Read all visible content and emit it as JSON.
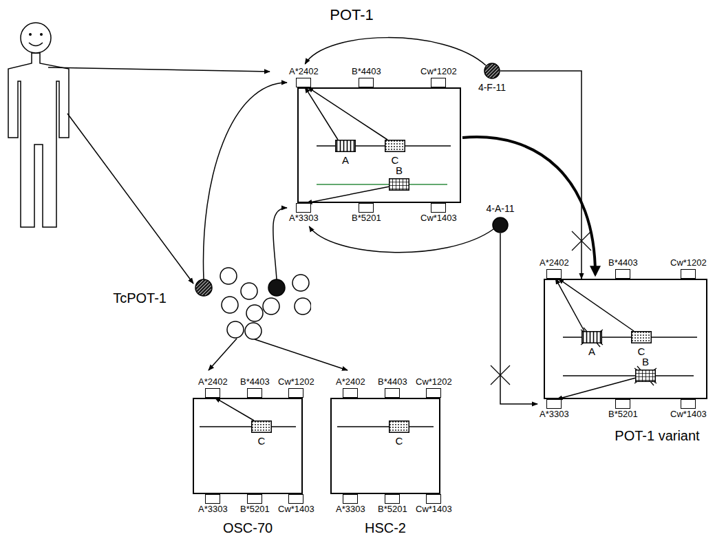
{
  "diagram": {
    "nodes": [
      {
        "text": [
          "POT-1"
        ]
      },
      {
        "text": [
          "A*2402"
        ],
        "in": 0
      },
      {
        "text": [
          "B*4403"
        ],
        "in": 0
      },
      {
        "text": [
          "Cw*1202"
        ],
        "in": 0
      },
      {
        "text": [
          "A"
        ],
        "in": 0
      },
      {
        "text": [
          "C"
        ],
        "in": 0
      },
      {
        "text": [
          "B"
        ],
        "in": 0
      },
      {
        "text": [
          "A*3303"
        ],
        "in": 0
      },
      {
        "text": [
          "B*5201"
        ],
        "in": 0
      },
      {
        "text": [
          "Cw*1403"
        ],
        "in": 0
      },
      {
        "text": [
          "4-F-11"
        ]
      },
      {
        "text": [
          "4-A-11"
        ]
      },
      {
        "text": [
          "TcPOT-1"
        ]
      },
      {
        "text": [
          "OSC-70"
        ]
      },
      {
        "text": [
          "A*2402"
        ],
        "in": 13
      },
      {
        "text": [
          "B*4403"
        ],
        "in": 13
      },
      {
        "text": [
          "Cw*1202"
        ],
        "in": 13
      },
      {
        "text": [
          "C"
        ],
        "in": 13
      },
      {
        "text": [
          "A*3303"
        ],
        "in": 13
      },
      {
        "text": [
          "B*5201"
        ],
        "in": 13
      },
      {
        "text": [
          "Cw*1403"
        ],
        "in": 13
      },
      {
        "text": [
          "HSC-2"
        ]
      },
      {
        "text": [
          "A*2402"
        ],
        "in": 21
      },
      {
        "text": [
          "B*4403"
        ],
        "in": 21
      },
      {
        "text": [
          "Cw*1202"
        ],
        "in": 21
      },
      {
        "text": [
          "C"
        ],
        "in": 21
      },
      {
        "text": [
          "A*3303"
        ],
        "in": 21
      },
      {
        "text": [
          "B*5201"
        ],
        "in": 21
      },
      {
        "text": [
          "Cw*1403"
        ],
        "in": 21
      },
      {
        "text": [
          "POT-1 variant"
        ]
      },
      {
        "text": [
          "A*2402"
        ],
        "in": 29
      },
      {
        "text": [
          "B*4403"
        ],
        "in": 29
      },
      {
        "text": [
          "Cw*1202"
        ],
        "in": 29
      },
      {
        "text": [
          "A"
        ],
        "in": 29
      },
      {
        "text": [
          "C"
        ],
        "in": 29
      },
      {
        "text": [
          "B"
        ],
        "in": 29
      },
      {
        "text": [
          "A*3303"
        ],
        "in": 29
      },
      {
        "text": [
          "B*5201"
        ],
        "in": 29
      },
      {
        "text": [
          "Cw*1403"
        ],
        "in": 29
      }
    ],
    "edges": [
      {
        "from": 4,
        "to": 1,
        "arrow": "to"
      },
      {
        "from": 5,
        "to": 1,
        "arrow": "to"
      },
      {
        "from": 6,
        "to": 7,
        "arrow": "to"
      },
      {
        "from": 10,
        "to": 1,
        "arrow": "to"
      },
      {
        "from": 11,
        "to": 7,
        "arrow": "to"
      },
      {
        "from": 12,
        "to": 1,
        "arrow": "to"
      },
      {
        "from": 12,
        "to": 7,
        "arrow": "to"
      },
      {
        "from": 12,
        "to": 13,
        "arrow": "to"
      },
      {
        "from": 12,
        "to": 21,
        "arrow": "to"
      },
      {
        "from": 0,
        "to": 29,
        "arrow": "to"
      },
      {
        "from": 17,
        "to": 14,
        "arrow": "to"
      },
      {
        "from": 33,
        "to": 30,
        "arrow": "to"
      },
      {
        "from": 34,
        "to": 30,
        "arrow": "to"
      },
      {
        "from": 35,
        "to": 36,
        "arrow": "to"
      },
      {
        "from": 10,
        "to": 29,
        "arrow": "to"
      },
      {
        "from": 11,
        "to": 36,
        "arrow": "to"
      }
    ]
  }
}
